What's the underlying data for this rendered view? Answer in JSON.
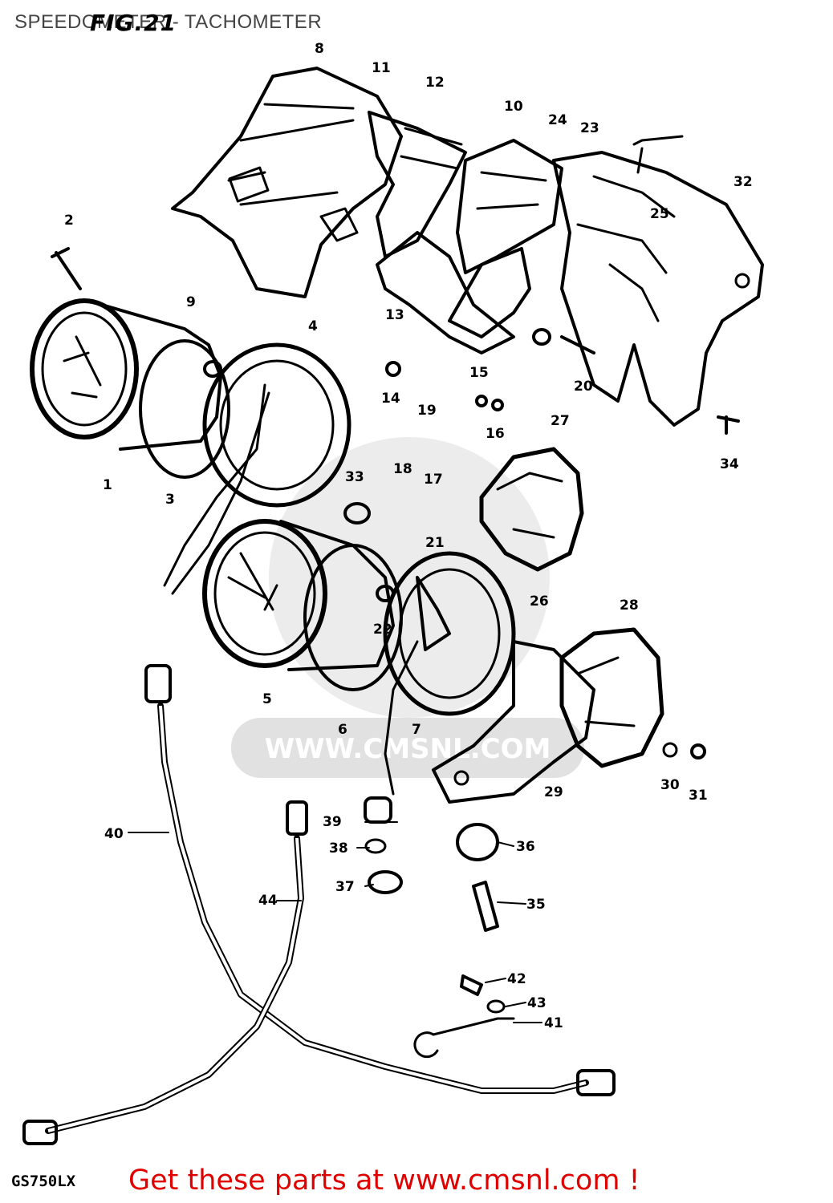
{
  "header": {
    "title": "SPEEDOMETER - TACHOMETER"
  },
  "figure": {
    "label": "FIG.21",
    "model": "GS750LX"
  },
  "watermark": {
    "text": "WWW.CMSNL.COM"
  },
  "callouts": [
    "1",
    "2",
    "3",
    "4",
    "5",
    "6",
    "7",
    "8",
    "9",
    "10",
    "11",
    "12",
    "13",
    "14",
    "15",
    "16",
    "17",
    "18",
    "19",
    "20",
    "21",
    "22",
    "23",
    "24",
    "25",
    "26",
    "27",
    "28",
    "29",
    "30",
    "31",
    "32",
    "33",
    "34",
    "35",
    "36",
    "37",
    "38",
    "39",
    "40",
    "41",
    "42",
    "43",
    "44"
  ],
  "footer": {
    "link_text": "Get these parts at www.cmsnl.com !",
    "link_color": "#e00000"
  }
}
